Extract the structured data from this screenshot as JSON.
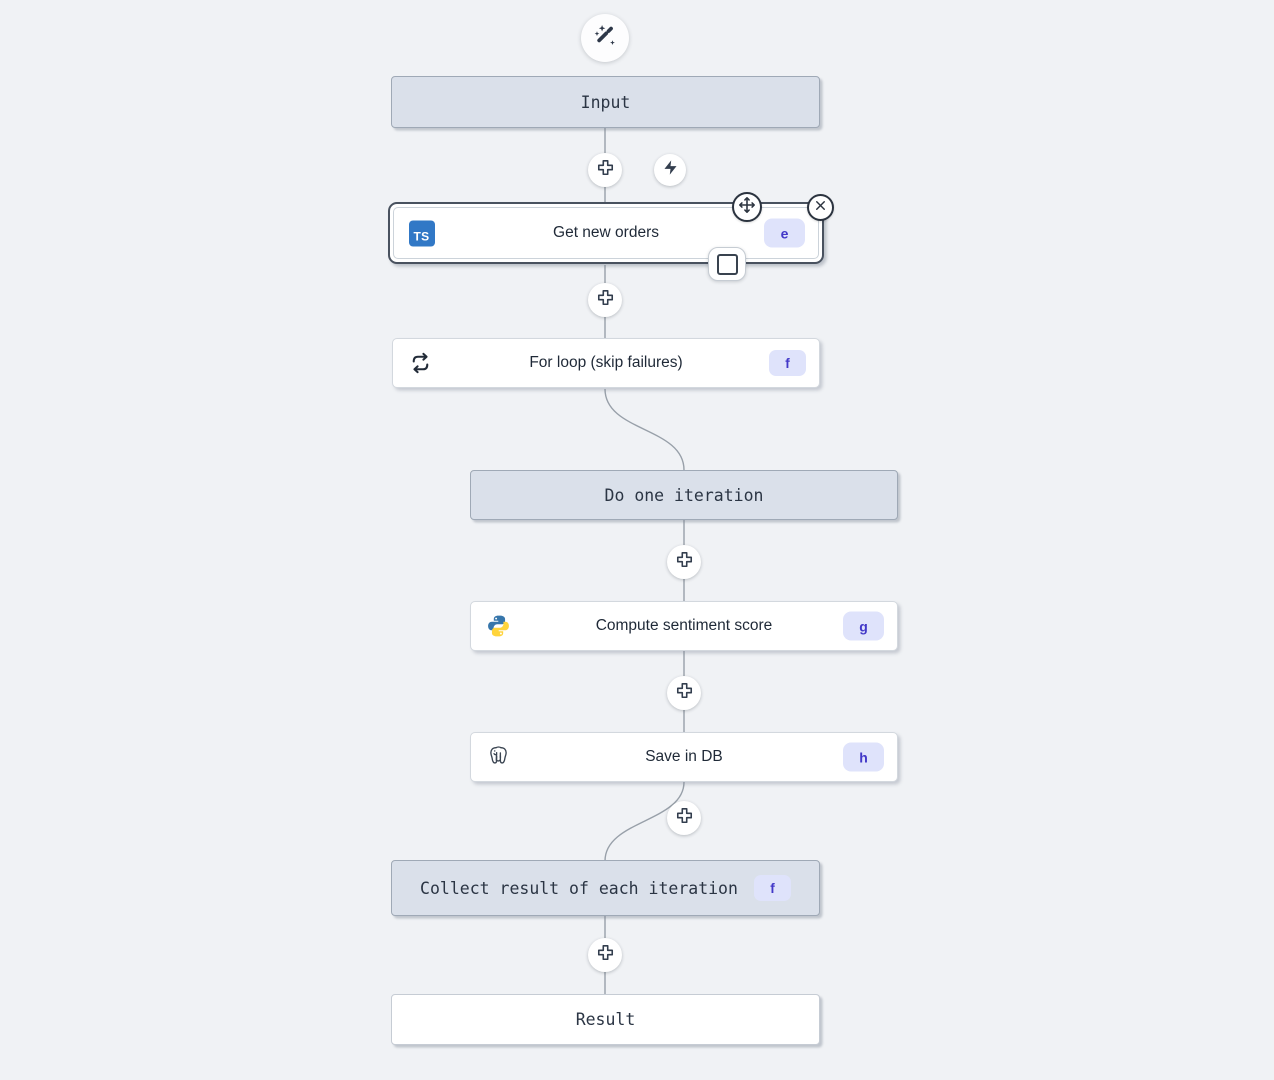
{
  "colors": {
    "background": "#f0f2f5",
    "connector": "#98a0a9",
    "virtual_box_bg": "#dae0ea",
    "virtual_box_border": "#9fa9b6",
    "node_bg": "#ffffff",
    "node_border": "#d3d8de",
    "selected_node_border": "#49525f",
    "badge_bg": "#dfe3fb",
    "badge_text": "#4238c8",
    "typescript_blue": "#3178c6",
    "python_blue": "#3776ab",
    "python_yellow": "#ffd43b",
    "icon_dark": "#333e4e"
  },
  "flow": {
    "input": {
      "label": "Input"
    },
    "trigger": {
      "label": "Get new orders",
      "badge": "e"
    },
    "forloop": {
      "label": "For loop (skip failures)",
      "badge": "f"
    },
    "iteration": {
      "label": "Do one iteration"
    },
    "compute": {
      "label": "Compute sentiment score",
      "badge": "g"
    },
    "save": {
      "label": "Save in DB",
      "badge": "h"
    },
    "collect": {
      "label": "Collect result of each iteration",
      "badge": "f"
    },
    "result": {
      "label": "Result"
    }
  },
  "icons": {
    "top": "magic-wand",
    "add_step": "plus",
    "trigger_slot": "lightning-bolt",
    "trigger_language": "typescript",
    "typescript_label": "TS",
    "loop": "repeat-arrows",
    "compute_language": "python",
    "save_language": "postgresql",
    "selected_controls": [
      "move-crosshair",
      "close-x",
      "checkbox"
    ]
  }
}
